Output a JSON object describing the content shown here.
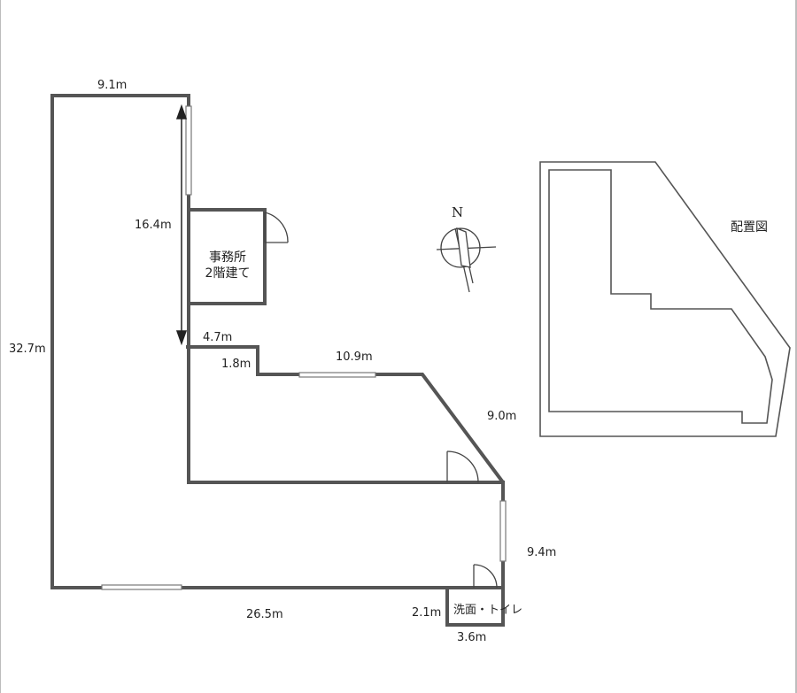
{
  "dimensions": {
    "top_width": "9.1m",
    "total_depth": "32.7m",
    "corridor_length": "16.4m",
    "office_offset": "4.7m",
    "step_depth": "1.8m",
    "room_width": "10.9m",
    "diagonal_wall": "9.0m",
    "right_wall": "9.4m",
    "bottom_width": "26.5m",
    "toilet_depth": "2.1m",
    "toilet_width": "3.6m"
  },
  "rooms": {
    "office": {
      "line1": "事務所",
      "line2": "2階建て"
    },
    "toilet": "洗面・トイレ"
  },
  "compass": {
    "north_label": "N"
  },
  "site_plan": {
    "title": "配置図"
  },
  "colors": {
    "wall": "#555555",
    "line": "#333333",
    "window": "#777777"
  }
}
